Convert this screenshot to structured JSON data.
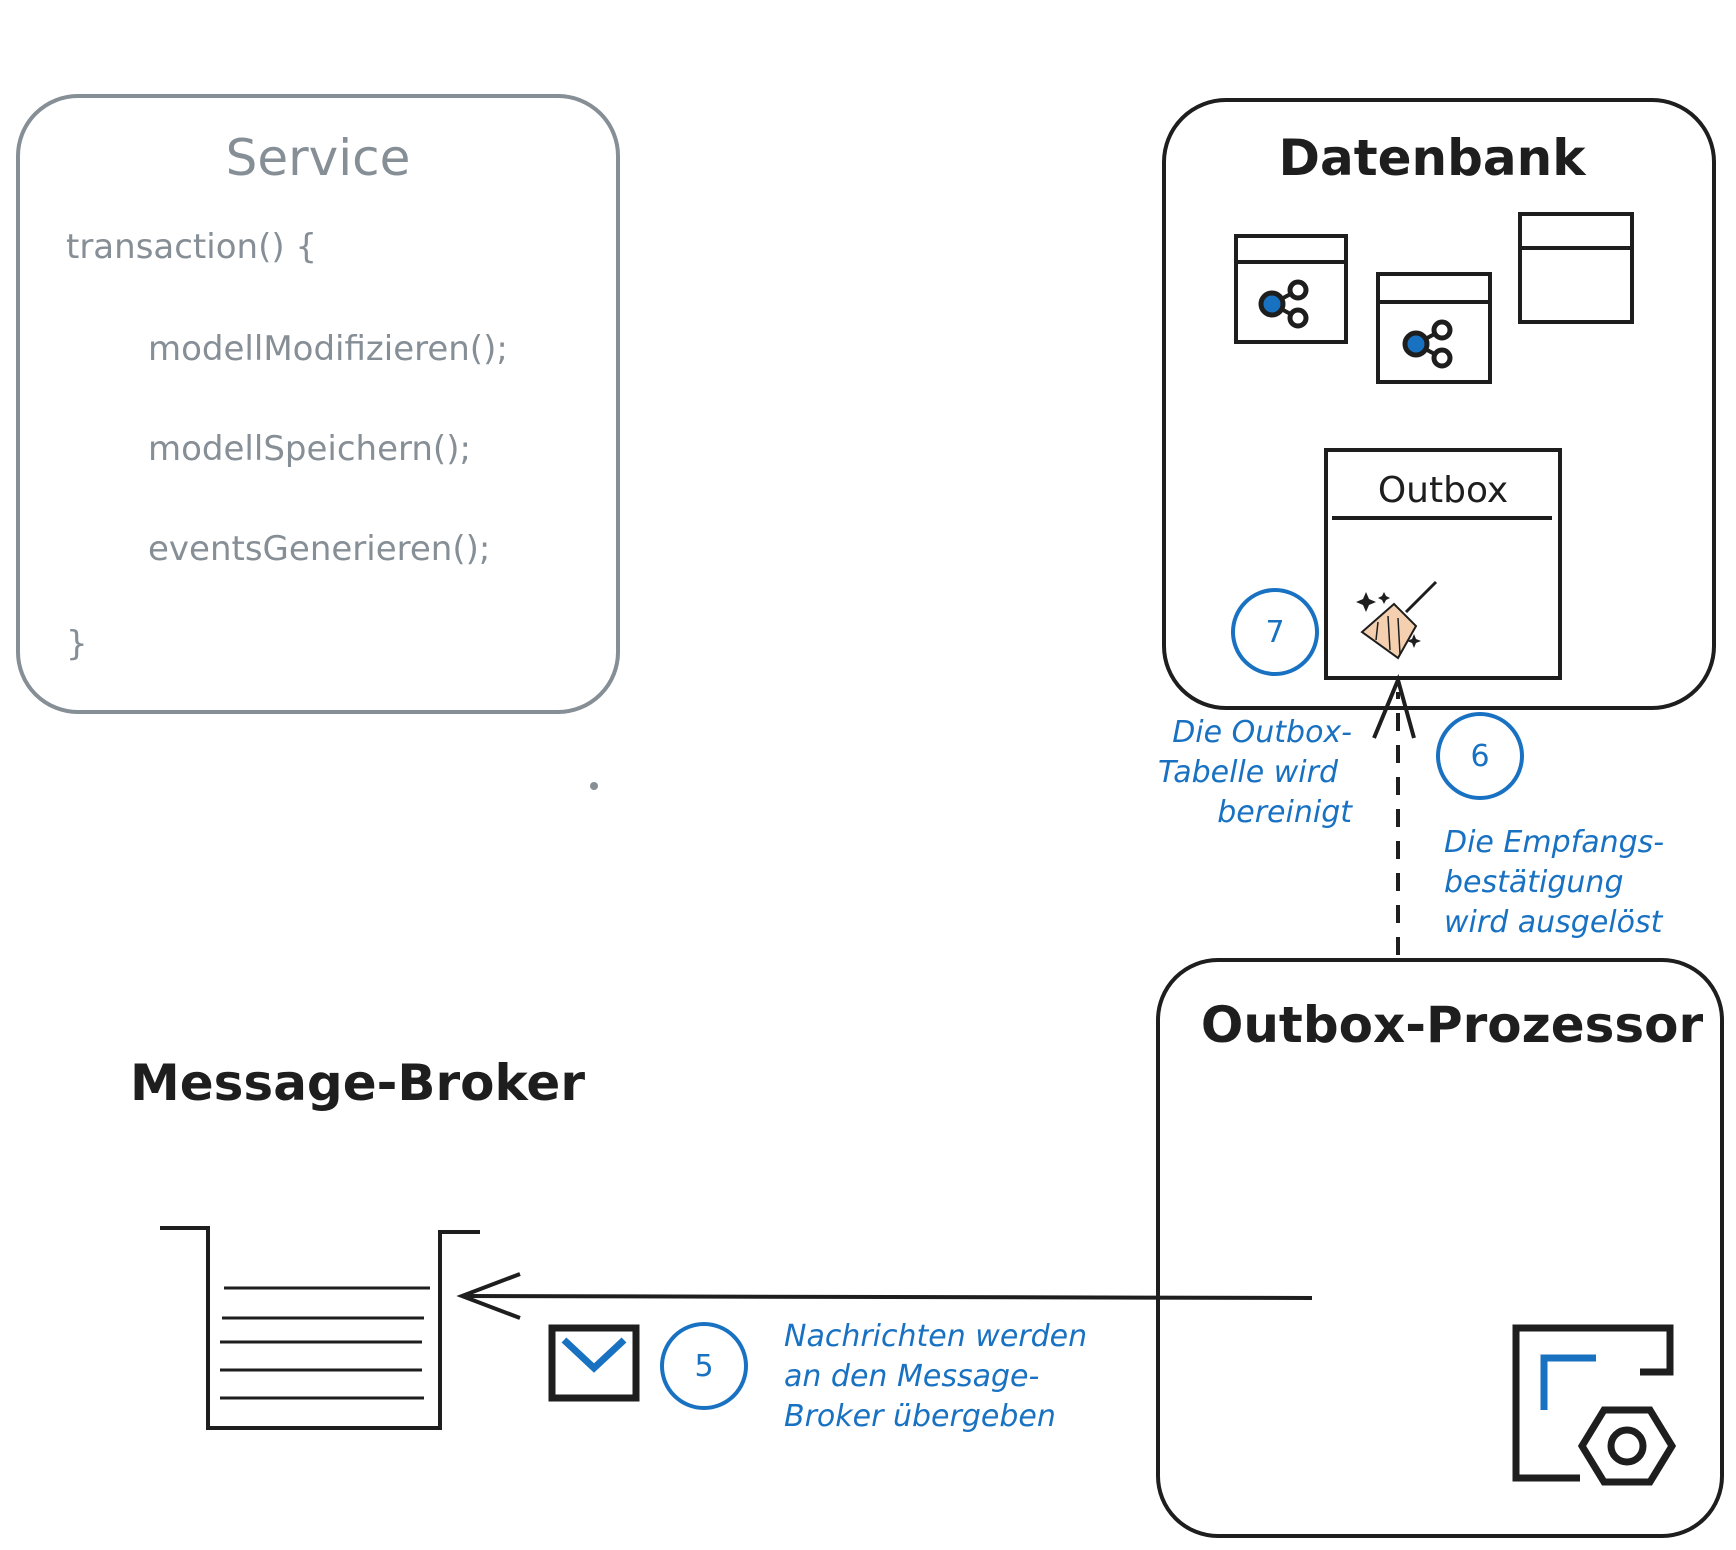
{
  "service": {
    "title": "Service",
    "code": [
      "transaction() {",
      "modellModifizieren();",
      "modellSpeichern();",
      "eventsGenerieren();",
      "}"
    ]
  },
  "datenbank": {
    "title": "Datenbank",
    "outbox_label": "Outbox"
  },
  "outbox_prozessor": {
    "title": "Outbox-Prozessor"
  },
  "message_broker": {
    "title": "Message-Broker"
  },
  "steps": {
    "step5": {
      "number": "5",
      "lines": [
        "Nachrichten werden",
        "an den Message-",
        "Broker übergeben"
      ]
    },
    "step6": {
      "number": "6",
      "lines": [
        "Die Empfangs-",
        "bestätigung",
        "wird ausgelöst"
      ]
    },
    "step7": {
      "number": "7",
      "lines": [
        "Die Outbox-",
        "Tabelle wird",
        "bereinigt"
      ]
    }
  },
  "colors": {
    "stroke": "#1e1e1e",
    "service_stroke": "#868e96",
    "accent": "#1971c2",
    "broom_fill": "#f5d0b0"
  },
  "icons": [
    "share-icon",
    "broom-icon",
    "mail-icon",
    "processor-gear-icon",
    "queue-icon"
  ]
}
